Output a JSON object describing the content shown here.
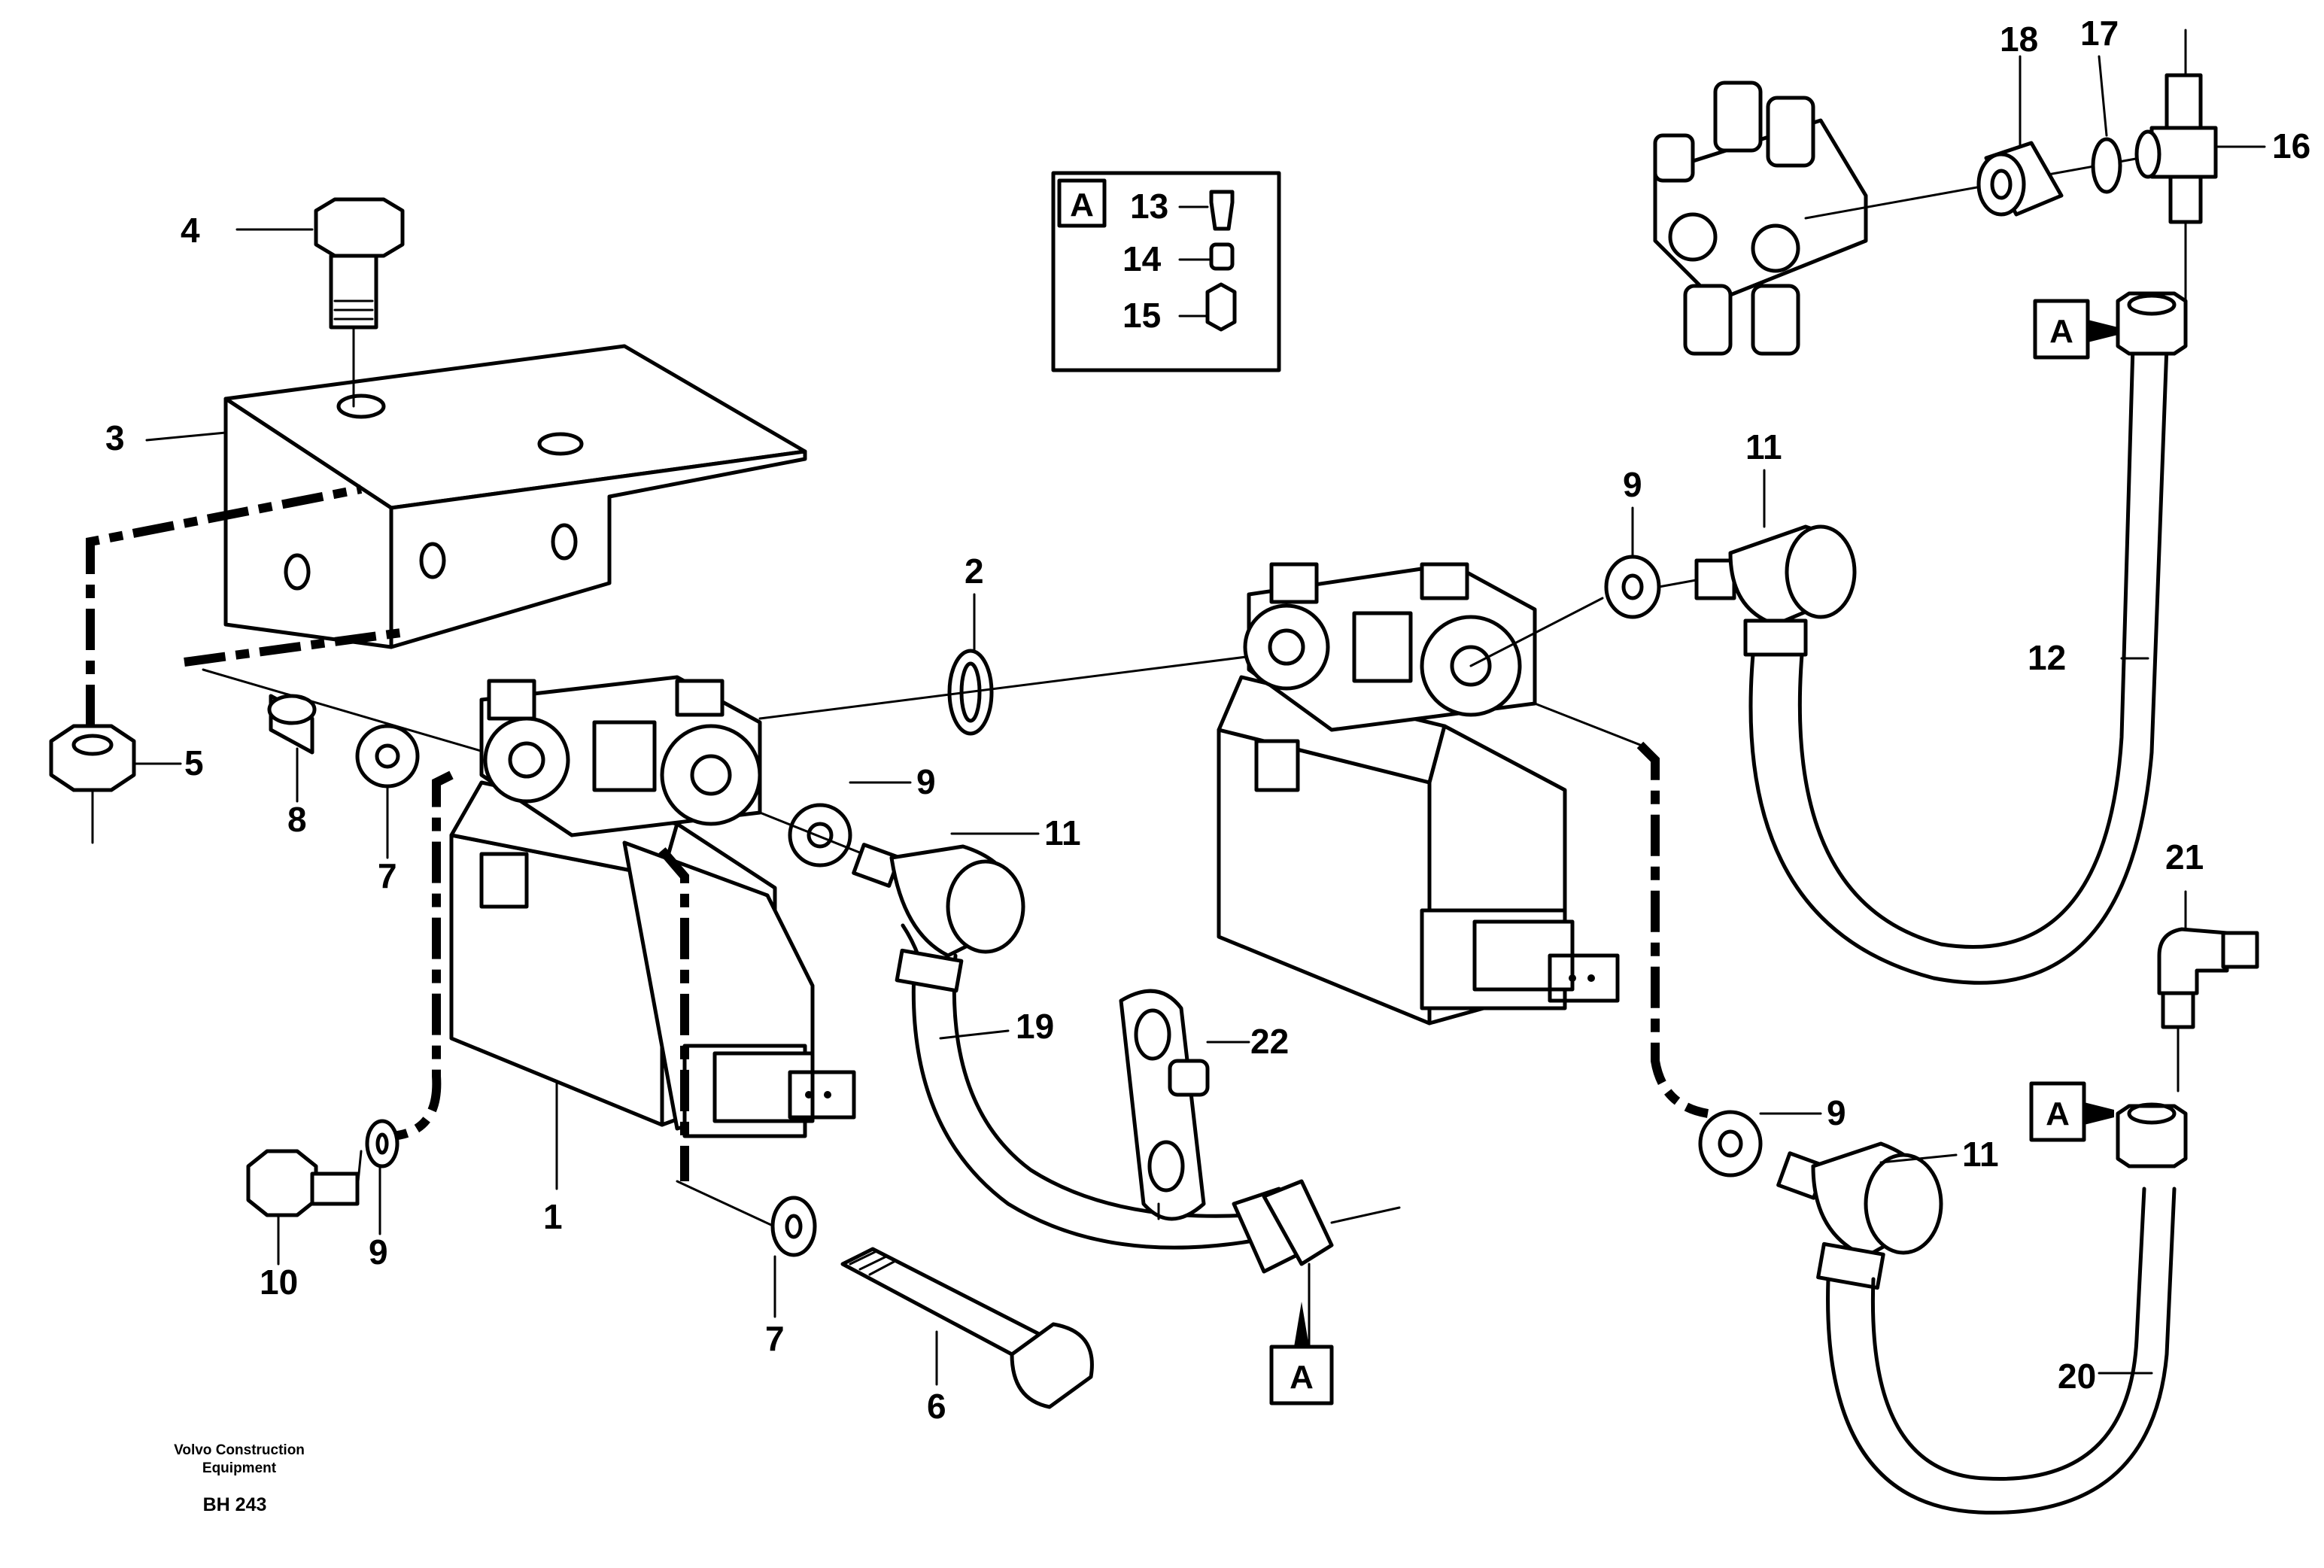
{
  "callouts": {
    "c1": "1",
    "c2": "2",
    "c3": "3",
    "c4": "4",
    "c5": "5",
    "c6": "6",
    "c7a": "7",
    "c7b": "7",
    "c8": "8",
    "c9a": "9",
    "c9b": "9",
    "c9c": "9",
    "c9d": "9",
    "c10": "10",
    "c11a": "11",
    "c11b": "11",
    "c11c": "11",
    "c12": "12",
    "c13": "13",
    "c14": "14",
    "c15": "15",
    "c16": "16",
    "c17": "17",
    "c18": "18",
    "c19": "19",
    "c20": "20",
    "c21": "21",
    "c22": "22"
  },
  "detail_marker": "A",
  "footer": {
    "company_line1": "Volvo Construction",
    "company_line2": "Equipment",
    "code": "BH 243"
  }
}
